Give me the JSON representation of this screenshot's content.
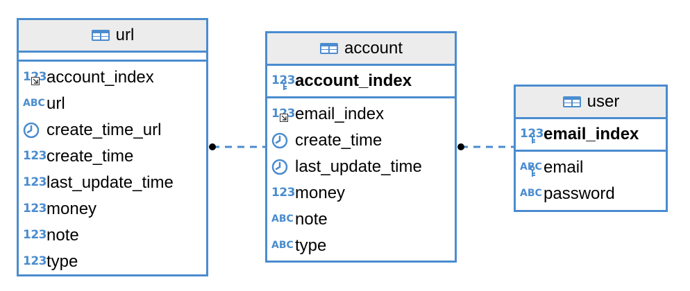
{
  "colors": {
    "accent": "#4a8ccf",
    "header_bg": "#ececec"
  },
  "entities": {
    "url": {
      "title": "url",
      "columns": [
        {
          "name": "account_index",
          "type": "number-fk"
        },
        {
          "name": "url",
          "type": "text"
        },
        {
          "name": "create_time_url",
          "type": "time"
        },
        {
          "name": "create_time",
          "type": "number"
        },
        {
          "name": "last_update_time",
          "type": "number"
        },
        {
          "name": "money",
          "type": "number"
        },
        {
          "name": "note",
          "type": "number"
        },
        {
          "name": "type",
          "type": "number"
        }
      ]
    },
    "account": {
      "title": "account",
      "pk": {
        "name": "account_index",
        "type": "number-key"
      },
      "columns": [
        {
          "name": "email_index",
          "type": "number-fk"
        },
        {
          "name": "create_time",
          "type": "time"
        },
        {
          "name": "last_update_time",
          "type": "time"
        },
        {
          "name": "money",
          "type": "number"
        },
        {
          "name": "note",
          "type": "text"
        },
        {
          "name": "type",
          "type": "text"
        }
      ]
    },
    "user": {
      "title": "user",
      "pk": {
        "name": "email_index",
        "type": "number-key"
      },
      "columns": [
        {
          "name": "email",
          "type": "text-key"
        },
        {
          "name": "password",
          "type": "text"
        }
      ]
    }
  },
  "icon_text": {
    "number": "123",
    "text": "ABC"
  }
}
